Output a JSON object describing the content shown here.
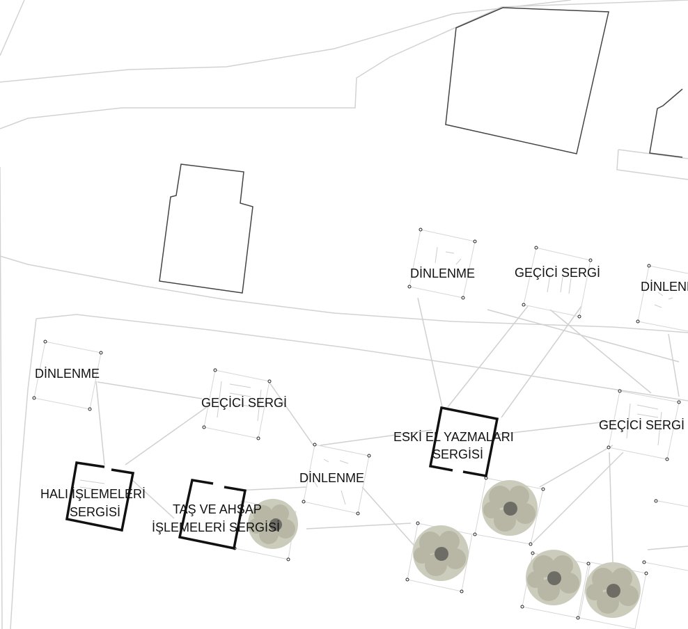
{
  "labels": {
    "rest_top": "DİNLENME",
    "temp_top": "GEÇİCİ SERGİ",
    "rest_right": "DİNLENME",
    "rest_left": "DİNLENME",
    "temp_mid": "GEÇİCİ SERGİ",
    "manuscript_1": "ESKİ EL YAZMALARI",
    "manuscript_2": "SERGİSİ",
    "temp_right": "GEÇİCİ SERGİ",
    "rest_mid": "DİNLENME",
    "carpet_1": "HALI İŞLEMELERİ",
    "carpet_2": "SERGİSİ",
    "stone_1": "TAŞ VE AHŞAP",
    "stone_2": "İŞLEMELERİ SERGİSİ"
  },
  "colors": {
    "building_outline": "#444444",
    "path_lines": "#cfcfcf",
    "pavilion_frame": "#111111",
    "foliage": "#b8b7a5"
  }
}
